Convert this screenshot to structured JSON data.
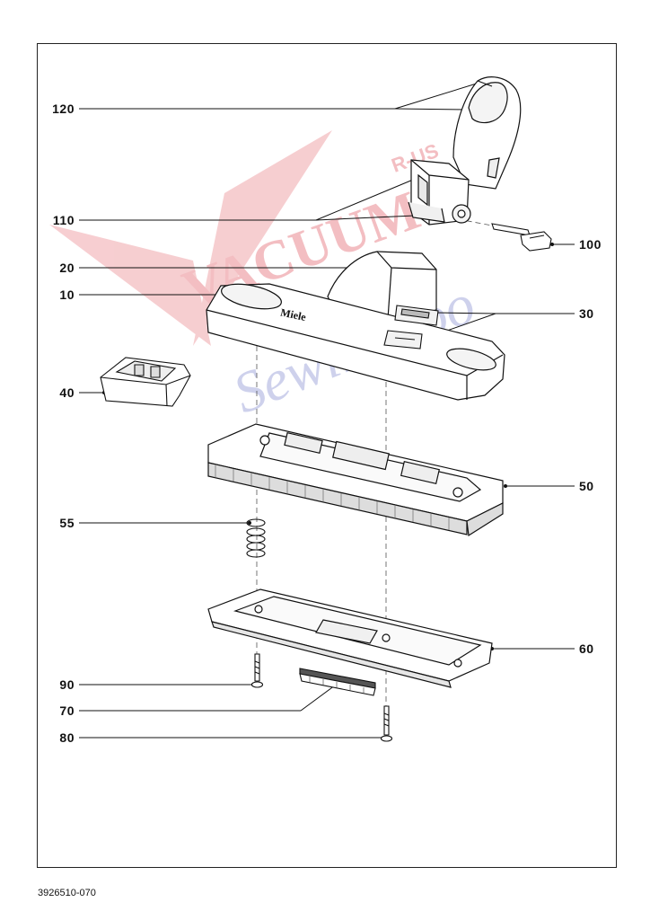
{
  "diagram": {
    "callouts": {
      "c120": "120",
      "c110": "110",
      "c20": "20",
      "c10": "10",
      "c40": "40",
      "c55": "55",
      "c90": "90",
      "c70": "70",
      "c80": "80",
      "c100": "100",
      "c30": "30",
      "c50": "50",
      "c60": "60"
    },
    "brand_mark": "Miele",
    "document_number": "3926510-070"
  },
  "watermark": {
    "word1": "VACUUMS",
    "word2": "R-US",
    "word3": "Sewing too",
    "colors": {
      "red": "#f2b8bc",
      "blue": "#c9cdeb"
    }
  }
}
